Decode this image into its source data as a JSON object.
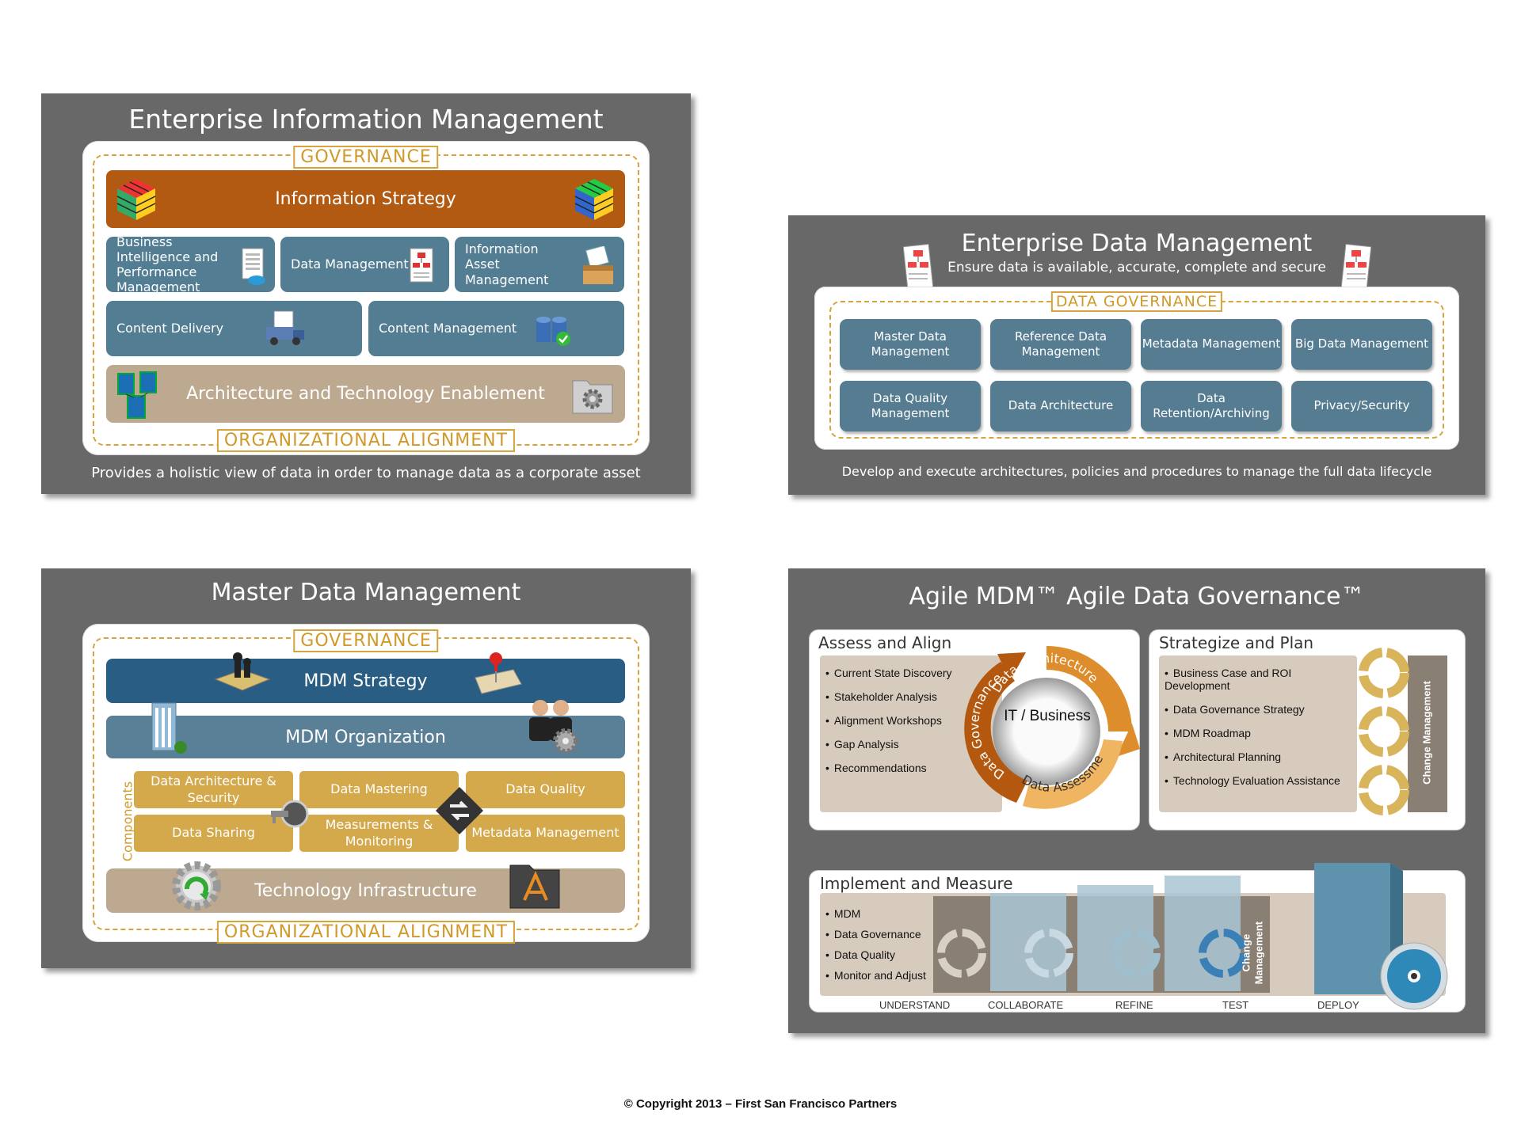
{
  "eim": {
    "title": "Enterprise Information Management",
    "governance": "GOVERNANCE",
    "strategy": "Information Strategy",
    "row1": [
      "Business Intelligence and Performance Management",
      "Data Management",
      "Information Asset Management"
    ],
    "row2": [
      "Content Delivery",
      "Content Management"
    ],
    "architecture": "Architecture and Technology Enablement",
    "alignment": "ORGANIZATIONAL ALIGNMENT",
    "footer": "Provides a holistic view of data in order to manage data as a corporate asset"
  },
  "edm": {
    "title": "Enterprise Data Management",
    "subtitle": "Ensure data is available, accurate, complete and secure",
    "governance": "DATA GOVERNANCE",
    "boxes": [
      "Master Data Management",
      "Reference Data Management",
      "Metadata Management",
      "Big Data Management",
      "Data Quality Management",
      "Data Architecture",
      "Data Retention/Archiving",
      "Privacy/Security"
    ],
    "footer": "Develop and execute architectures, policies and procedures to manage the full data lifecycle"
  },
  "mdm": {
    "title": "Master Data Management",
    "governance": "GOVERNANCE",
    "strategy": "MDM Strategy",
    "organization": "MDM Organization",
    "components_label": "Components",
    "components": [
      "Data Architecture & Security",
      "Data Mastering",
      "Data Quality",
      "Data Sharing",
      "Measurements & Monitoring",
      "Metadata Management"
    ],
    "infrastructure": "Technology Infrastructure",
    "alignment": "ORGANIZATIONAL ALIGNMENT"
  },
  "agile": {
    "title": "Agile MDM™ Agile Data Governance™",
    "assess": {
      "heading": "Assess and Align",
      "items": [
        "Current State Discovery",
        "Stakeholder Analysis",
        "Alignment Workshops",
        "Gap Analysis",
        "Recommendations"
      ]
    },
    "cycle": {
      "center": "IT / Business",
      "segments": [
        "Data Governance",
        "Data Architecture",
        "Data Assessment"
      ]
    },
    "strategize": {
      "heading": "Strategize and Plan",
      "items": [
        "Business Case and ROI Development",
        "Data Governance Strategy",
        "MDM Roadmap",
        "Architectural Planning",
        "Technology Evaluation Assistance"
      ],
      "side_label": "Change Management"
    },
    "implement": {
      "heading": "Implement and Measure",
      "items": [
        "MDM",
        "Data Governance",
        "Data Quality",
        "Monitor and Adjust"
      ],
      "stages": [
        "UNDERSTAND",
        "COLLABORATE",
        "REFINE",
        "TEST",
        "DEPLOY"
      ],
      "side_label": "Change Management"
    }
  },
  "copyright": "© Copyright 2013 – First San Francisco Partners",
  "colors": {
    "panel": "#686868",
    "gold": "#d6a33c",
    "orange": "#b35a12",
    "blue": "#537d93",
    "tan": "#bda98f",
    "navy": "#2a5d83"
  },
  "icons": [
    "rubiks-cube-icon",
    "report-icon",
    "chart-report-icon",
    "document-box-icon",
    "truck-icon",
    "database-icon",
    "network-server-icon",
    "gear-folder-icon",
    "chess-icon",
    "pushpin-map-icon",
    "building-icon",
    "people-gear-icon",
    "key-icon",
    "shield-arrows-icon",
    "recycle-gear-icon",
    "app-folder-icon",
    "cycle-arrows-icon",
    "software-box-icon",
    "disc-icon"
  ]
}
